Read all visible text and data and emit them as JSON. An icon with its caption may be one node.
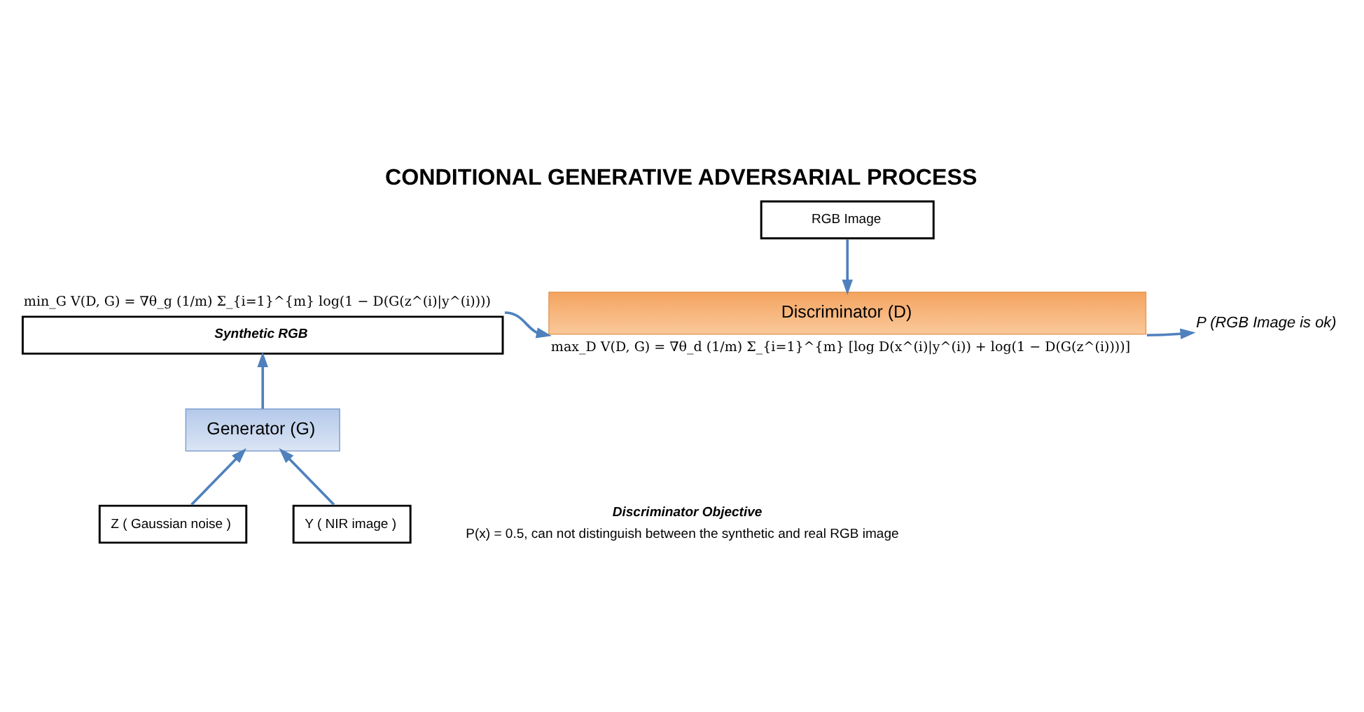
{
  "diagram": {
    "title": "CONDITIONAL GENERATIVE ADVERSARIAL PROCESS",
    "nodes": [
      {
        "text": [
          "RGB Image"
        ]
      },
      {
        "text": [
          "Synthetic RGB"
        ],
        "beside": [
          "min_G V(D, G) = ∇θ_g (1/m) Σ_{i=1}^{m} log(1 − D(G(z^(i)|y^(i))))"
        ]
      },
      {
        "text": [
          "Discriminator (D)"
        ],
        "beside": [
          "max_D V(D, G) = ∇θ_d (1/m) Σ_{i=1}^{m} [log D(x^(i)|y^(i)) + log(1 − D(G(z^(i))))]"
        ]
      },
      {
        "text": [
          "P (RGB Image is ok)"
        ]
      },
      {
        "text": [
          "Generator (G)"
        ]
      },
      {
        "text": [
          "Z ( Gaussian noise )"
        ]
      },
      {
        "text": [
          "Y ( NIR image )"
        ]
      }
    ],
    "edges": [
      {
        "from": 0,
        "to": 2,
        "arrow": "to"
      },
      {
        "from": 1,
        "to": 2,
        "arrow": "to"
      },
      {
        "from": 2,
        "to": 3,
        "arrow": "to"
      },
      {
        "from": 4,
        "to": 1,
        "arrow": "to"
      },
      {
        "from": 5,
        "to": 4,
        "arrow": "to"
      },
      {
        "from": 6,
        "to": 4,
        "arrow": "to"
      }
    ],
    "labels": [
      "Discriminator Objective",
      "P(x) = 0.5, can not distinguish between the synthetic and real RGB image"
    ]
  }
}
